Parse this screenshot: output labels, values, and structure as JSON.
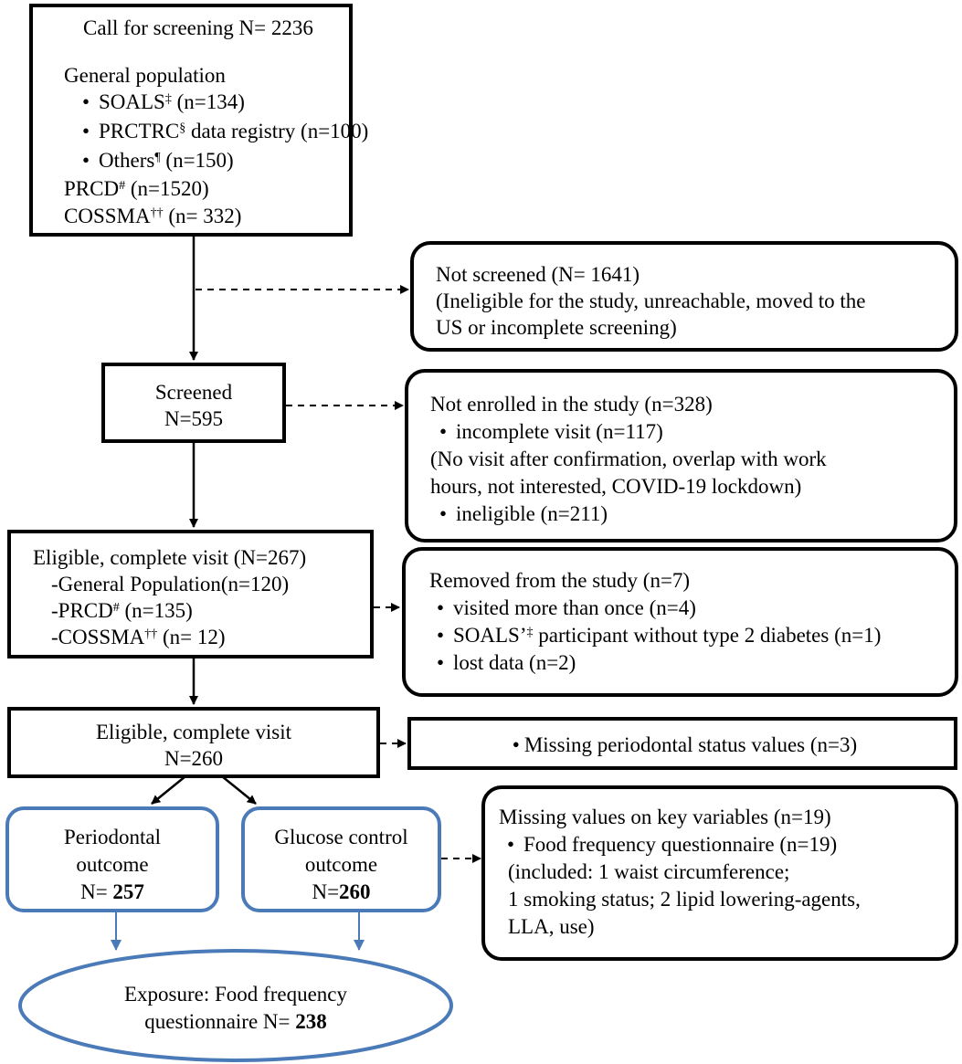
{
  "call": {
    "title": "Call for screening N= 2236",
    "general_population": "General population",
    "soals_name": "SOALS",
    "soals_sup": "‡",
    "soals_n": " (n=134)",
    "prctrc_name": "PRCTRC",
    "prctrc_sup": "§",
    "prctrc_n": " data registry (n=100)",
    "others_name": "Others",
    "others_sup": "¶",
    "others_n": " (n=150)",
    "prcd_name": "PRCD",
    "prcd_sup": "#",
    "prcd_n": " (n=1520)",
    "cossma_name": "COSSMA",
    "cossma_sup": "††",
    "cossma_n": " (n= 332)"
  },
  "not_screened": {
    "line1": "Not screened (N= 1641)",
    "line2": "(Ineligible for the study, unreachable, moved to the",
    "line3": "US or incomplete screening)"
  },
  "screened": {
    "line1": "Screened",
    "line2": "N=595"
  },
  "not_enrolled": {
    "line1": "Not enrolled in the study (n=328)",
    "bullet1": "incomplete visit (n=117)",
    "line3": "(No visit after confirmation, overlap with work",
    "line4": "hours, not interested, COVID-19 lockdown)",
    "bullet2": "ineligible (n=211)"
  },
  "eligible1": {
    "line1": "Eligible, complete visit (N=267)",
    "line2": "-General Population(n=120)",
    "prcd_name": "-PRCD",
    "prcd_sup": "#",
    "prcd_n": " (n=135)",
    "cossma_name": "-COSSMA",
    "cossma_sup": "††",
    "cossma_n": " (n= 12)"
  },
  "removed": {
    "line1": "Removed from the study (n=7)",
    "bullet1": "visited more than once (n=4)",
    "soals_name": "SOALS’",
    "soals_sup": "‡",
    "soals_rest": " participant without type 2 diabetes (n=1)",
    "bullet3": "lost data (n=2)"
  },
  "eligible2": {
    "line1": "Eligible, complete visit",
    "line2": "N=260"
  },
  "missing_perio": {
    "bullet": "Missing periodontal status values (n=3)"
  },
  "periodontal": {
    "line1": "Periodontal",
    "line2": "outcome",
    "n_prefix": "N= ",
    "n_value": "257"
  },
  "glucose": {
    "line1": "Glucose control",
    "line2": "outcome",
    "n_prefix": "N=",
    "n_value": "260"
  },
  "missing_key": {
    "line1": "Missing values on key variables (n=19)",
    "bullet1": "Food frequency questionnaire (n=19)",
    "line3": "(included: 1 waist circumference;",
    "line4": "1 smoking status; 2 lipid lowering-agents,",
    "line5": "LLA, use)"
  },
  "exposure": {
    "line1": "Exposure: Food frequency",
    "line2_prefix": "questionnaire N= ",
    "line2_value": "238"
  },
  "colors": {
    "box_border": "#000000",
    "outcome_border": "#4a7ab8"
  }
}
